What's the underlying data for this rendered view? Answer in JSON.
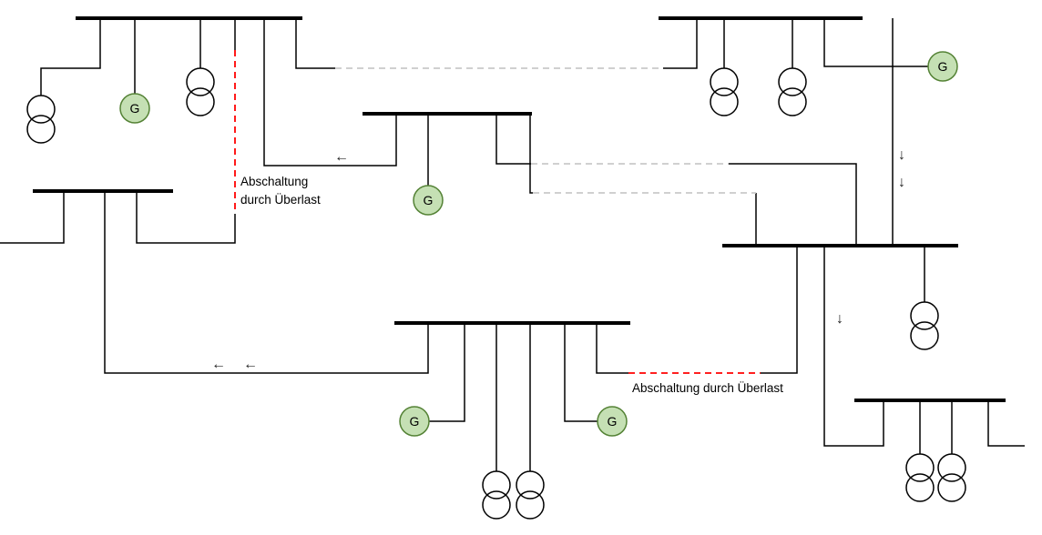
{
  "labels": {
    "overload_vertical_line1": "Abschaltung",
    "overload_vertical_line2": "durch Überlast",
    "overload_horizontal": "Abschaltung durch Überlast"
  },
  "generator_label": "G",
  "arrows": {
    "left": "←",
    "down": "↓"
  },
  "colors": {
    "background": "#ffffff",
    "line": "#000000",
    "overload_dashed": "#ff0000",
    "disconnected_dashed": "#c9c9c9",
    "generator_fill": "#c5e0b4",
    "generator_stroke": "#548235"
  }
}
